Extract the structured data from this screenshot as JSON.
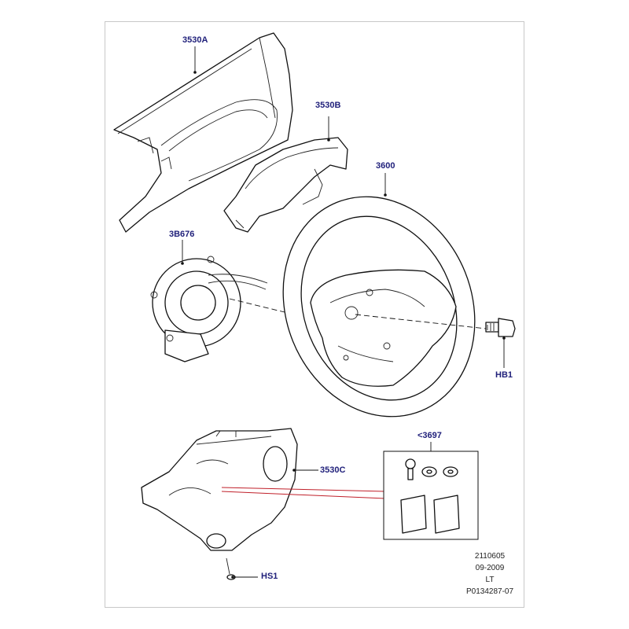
{
  "callouts": {
    "c3530a": "3530A",
    "c3530b": "3530B",
    "c3600": "3600",
    "c3b676": "3B676",
    "chb1": "HB1",
    "c3697": "<3697",
    "c3530c": "3530C",
    "chs1": "HS1"
  },
  "footer": {
    "code": "2110605",
    "date": "09-2009",
    "region": "LT",
    "ref": "P0134287-07"
  },
  "colors": {
    "callout": "#1f1f7a",
    "highlight_leader": "#c0202a",
    "line": "#111111"
  }
}
